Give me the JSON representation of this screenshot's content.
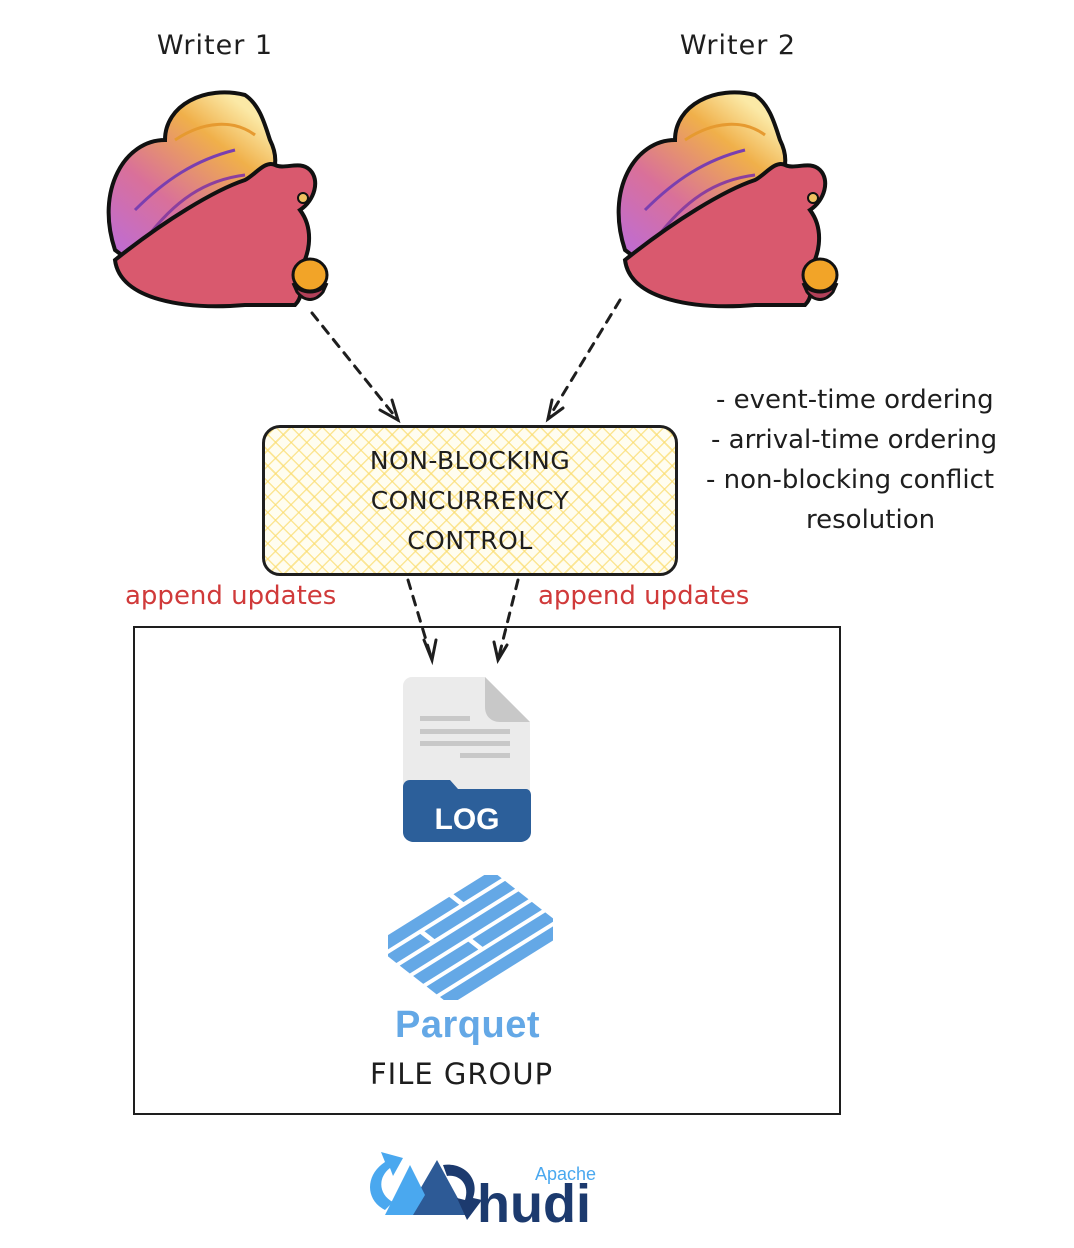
{
  "writers": [
    {
      "label": "Writer 1",
      "icon": "flink-squirrel-icon"
    },
    {
      "label": "Writer 2",
      "icon": "flink-squirrel-icon"
    }
  ],
  "nbcc_box": {
    "lines": [
      "NON-BLOCKING",
      "CONCURRENCY",
      "CONTROL"
    ],
    "fill_color": "#fff6c9",
    "hatch_color": "#f5d96b"
  },
  "features": [
    "- event-time ordering",
    "- arrival-time ordering",
    "- non-blocking conflict",
    "resolution"
  ],
  "append_labels": {
    "left": "append updates",
    "right": "append updates",
    "color": "#d03a3a"
  },
  "file_group": {
    "label": "FILE GROUP",
    "log_icon": {
      "text": "LOG",
      "color": "#2c5f9a"
    },
    "parquet": {
      "text": "Parquet",
      "color": "#64a8e6"
    }
  },
  "footer_logo": {
    "small_text": "Apache",
    "big_text": "hudi",
    "light_color": "#4aa8ef",
    "dark_color": "#1c3a6e"
  }
}
